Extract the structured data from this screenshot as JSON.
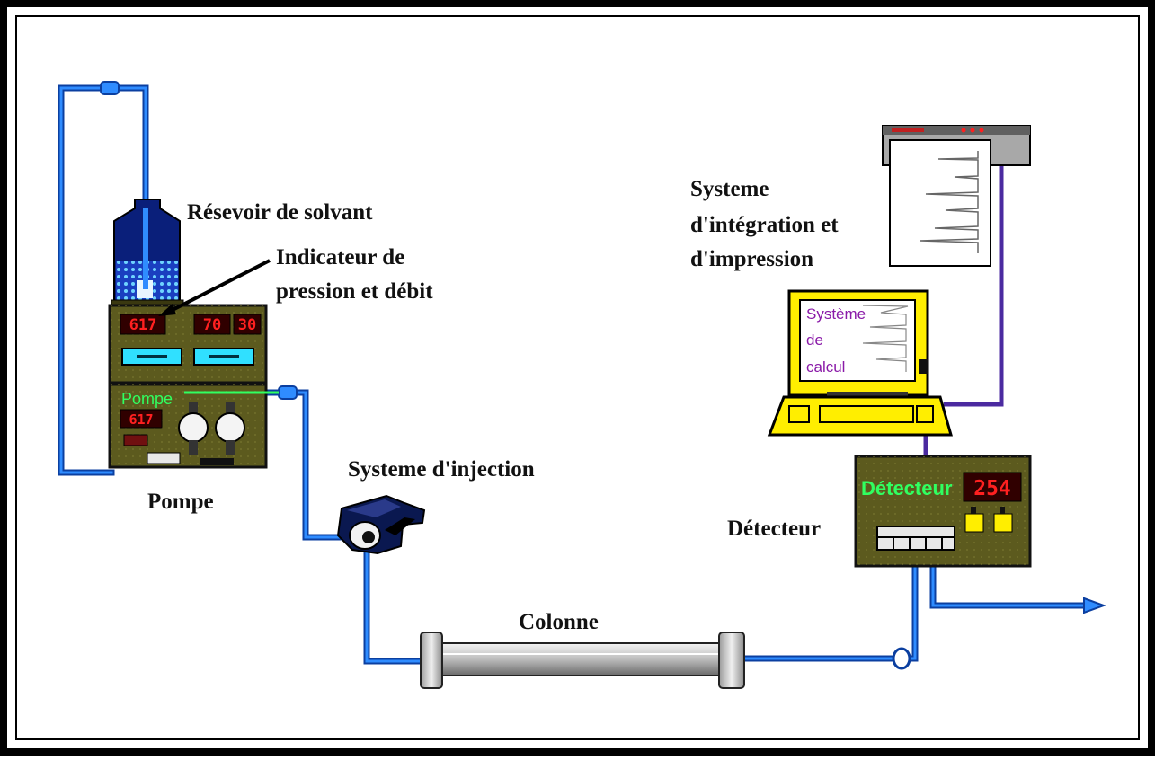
{
  "colors": {
    "tubing": "#1a73e8",
    "tubing_dark": "#0b3fa0",
    "cable": "#4b2aa0",
    "device_body": "#5c5a1e",
    "device_border": "#111111",
    "lcd_bg": "#300000",
    "lcd_text": "#ff2020",
    "screen_text": "#8a1aa8",
    "accent_green": "#30ff60",
    "computer_yellow": "#ffee00",
    "column_body": "#d8d8d8"
  },
  "labels": {
    "reservoir": "Résevoir de solvant",
    "indicator_line1": "Indicateur de",
    "indicator_line2": "pression et débit",
    "pump": "Pompe",
    "injection": "Systeme d'injection",
    "column": "Colonne",
    "detector": "Détecteur",
    "printer_line1": "Systeme",
    "printer_line2": "d'intégration et",
    "printer_line3": "d'impression"
  },
  "pump_panel": {
    "display_left": "617",
    "display_mid": "70",
    "display_right": "30",
    "inner_label": "Pompe",
    "inner_display": "617"
  },
  "detector_panel": {
    "inner_label": "Détecteur",
    "wavelength": "254"
  },
  "computer_screen": {
    "line1": "Système",
    "line2": "de",
    "line3": "calcul"
  }
}
